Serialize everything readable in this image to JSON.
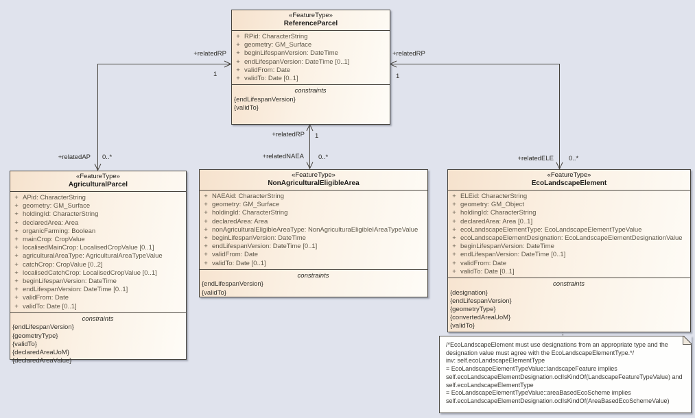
{
  "ui": {
    "plus": "+",
    "constraints_label": "constraints"
  },
  "colors": {
    "canvas_background": "#e0e3ed",
    "box_fill_left": "#f6e2cd",
    "box_fill_right": "#fefcf7",
    "box_border": "#46423b",
    "connector": "#45423b",
    "attribute_text": "#5d5648",
    "title_text": "#1d1c1a",
    "note_fill": "#fefefd"
  },
  "classes": [
    {
      "stereotype": "«FeatureType»",
      "name": "ReferenceParcel",
      "attributes": [
        "RPid: CharacterString",
        "geometry: GM_Surface",
        "beginLifespanVersion: DateTime",
        "endLifespanVersion: DateTime [0..1]",
        "validFrom: Date",
        "validTo: Date [0..1]"
      ],
      "constraints": [
        "{endLifespanVersion}",
        "{validTo}"
      ]
    },
    {
      "stereotype": "«FeatureType»",
      "name": "AgriculturalParcel",
      "attributes": [
        "APid: CharacterString",
        "geometry: GM_Surface",
        "holdingId: CharacterString",
        "declaredArea: Area",
        "organicFarming: Boolean",
        "mainCrop: CropValue",
        "localisedMainCrop: LocalisedCropValue [0..1]",
        "agriculturalAreaType: AgriculturalAreaTypeValue",
        "catchCrop: CropValue [0..2]",
        "localisedCatchCrop: LocalisedCropValue [0..1]",
        "beginLifespanVersion: DateTime",
        "endLifespanVersion: DateTime [0..1]",
        "validFrom: Date",
        "validTo: Date [0..1]"
      ],
      "constraints": [
        "{endLifespanVersion}",
        "{geometryType}",
        "{validTo}",
        "{declaredAreaUoM}",
        "{declaredAreaValue}"
      ]
    },
    {
      "stereotype": "«FeatureType»",
      "name": "NonAgriculturalEligibleArea",
      "attributes": [
        "NAEAid: CharacterString",
        "geometry: GM_Surface",
        "holdingId: CharacterString",
        "declaredArea: Area",
        "nonAgriculturalEligibleAreaType: NonAgriculturaEligibleIAreaTypeValue",
        "beginLifespanVersion: DateTime",
        "endLifespanVersion: DateTime [0..1]",
        "validFrom: Date",
        "validTo: Date [0..1]"
      ],
      "constraints": [
        "{endLifespanVersion}",
        "{validTo}"
      ]
    },
    {
      "stereotype": "«FeatureType»",
      "name": "EcoLandscapeElement",
      "attributes": [
        "ELEid: CharacterString",
        "geometry: GM_Object",
        "holdingId: CharacterString",
        "declaredArea: Area [0..1]",
        "ecoLandscapeElementType: EcoLandscapeElementTypeValue",
        "ecoLandscapeElementDesignation: EcoLandscapeElementDesignationValue",
        "beginLifespanVersion: DateTime",
        "endLifespanVersion: DateTime [0..1]",
        "validFrom: Date",
        "validTo: Date [0..1]"
      ],
      "constraints": [
        "{designation}",
        "{endLifespanVersion}",
        "{geometryType}",
        "{convertedAreaUoM}",
        "{validTo}"
      ]
    }
  ],
  "connector_labels": {
    "ap_rp_role": "+relatedRP",
    "ap_rp_mult": "1",
    "ap_role": "+relatedAP",
    "ap_mult": "0..*",
    "naea_rp_role": "+relatedRP",
    "naea_rp_mult": "1",
    "naea_role": "+relatedNAEA",
    "naea_mult": "0..*",
    "ele_rp_role": "+relatedRP",
    "ele_rp_mult": "1",
    "ele_role": "+relatedELE",
    "ele_mult": "0..*"
  },
  "note": {
    "lines": [
      "/*EcoLandscapeElement must use designations from an appropriate type and the",
      "designation value must agree with the EcoLandscapeElementType.*/",
      "inv: self.ecoLandscapeElementType",
      "= EcoLandscapeElementTypeValue::landscapeFeature implies",
      "self.ecoLandscapeElementDesignation.oclIsKindOf(LandscapeFeatureTypeValue) and",
      "self.ecoLandscapeElementType",
      "= EcoLandscapeElementTypeValue::areaBasedEcoScheme implies",
      "self.ecoLandscapeElementDesignation.oclIsKindOf(AreaBasedEcoSchemeValue)"
    ]
  }
}
